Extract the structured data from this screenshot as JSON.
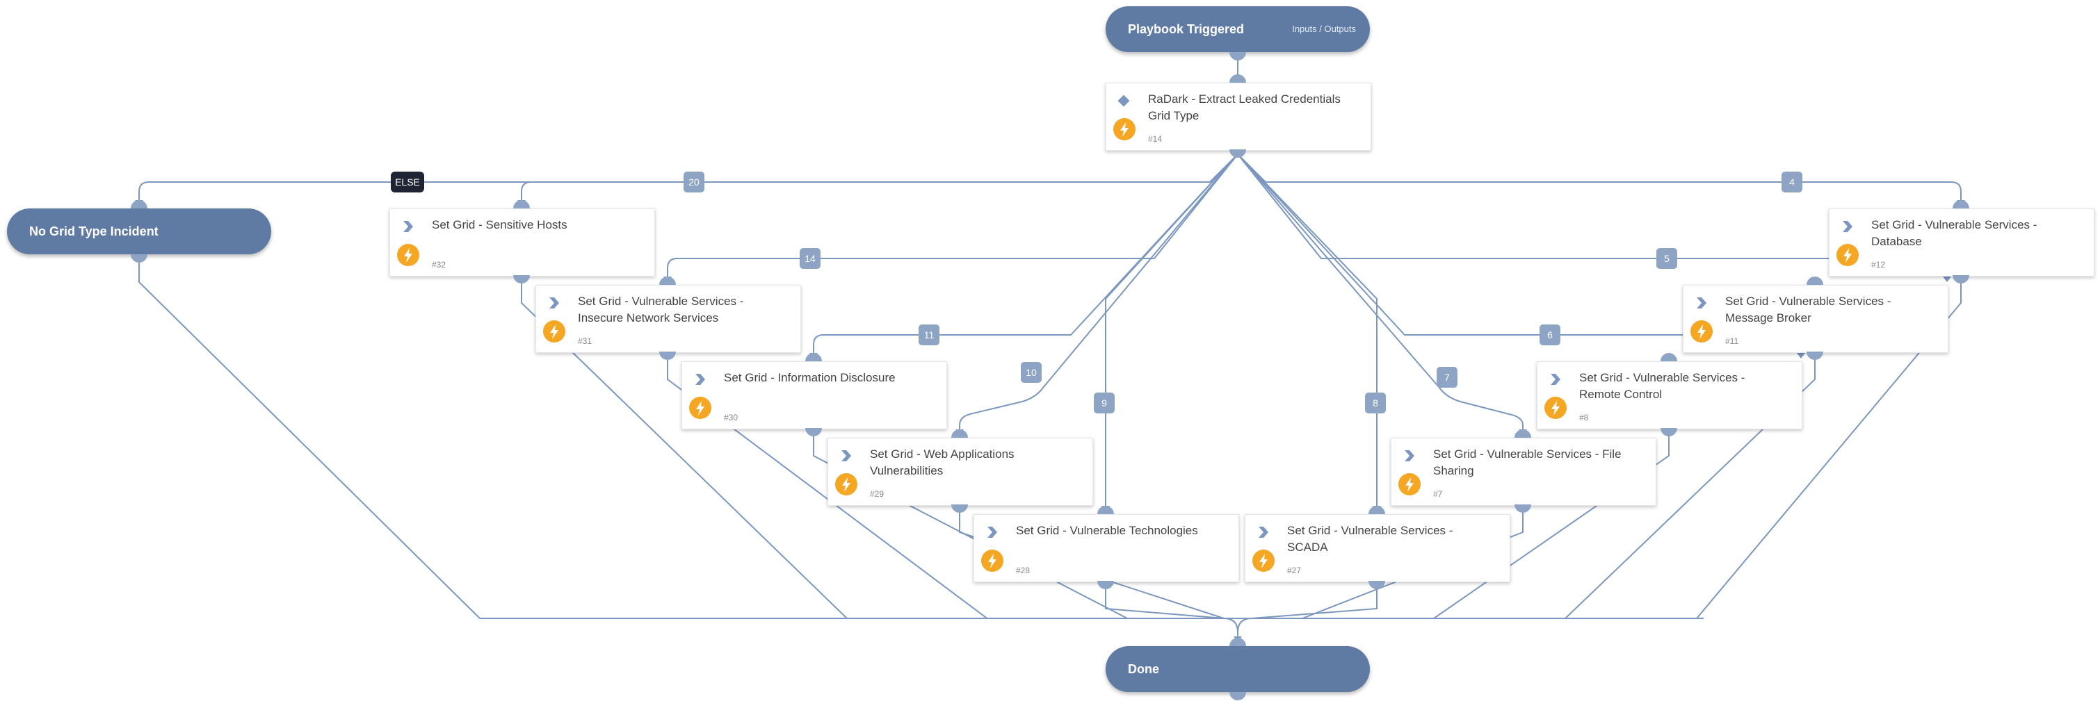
{
  "start": {
    "title": "Playbook Triggered",
    "sub": "Inputs / Outputs"
  },
  "condition": {
    "name": "RaDark - Extract Leaked Credentials Grid Type",
    "id": "#14"
  },
  "no_grid": {
    "title": "No Grid Type Incident"
  },
  "done": {
    "title": "Done"
  },
  "tasks": [
    {
      "name": "Set Grid - Sensitive Hosts",
      "id": "#32"
    },
    {
      "name": "Set Grid - Vulnerable Services - Insecure Network Services",
      "id": "#31"
    },
    {
      "name": "Set Grid - Information Disclosure",
      "id": "#30"
    },
    {
      "name": "Set Grid - Web Applications Vulnerabilities",
      "id": "#29"
    },
    {
      "name": "Set Grid - Vulnerable Technologies",
      "id": "#28"
    },
    {
      "name": "Set Grid - Vulnerable Services - SCADA",
      "id": "#27"
    },
    {
      "name": "Set Grid - Vulnerable Services - File Sharing",
      "id": "#7"
    },
    {
      "name": "Set Grid - Vulnerable Services - Remote Control",
      "id": "#8"
    },
    {
      "name": "Set Grid - Vulnerable Services - Message Broker",
      "id": "#11"
    },
    {
      "name": "Set Grid - Vulnerable Services - Database",
      "id": "#12"
    }
  ],
  "branch_labels": [
    "ELSE",
    "20",
    "14",
    "11",
    "10",
    "9",
    "8",
    "7",
    "6",
    "5",
    "4"
  ],
  "colors": {
    "node": "#5f7aa3",
    "edge": "#7b97bf",
    "port": "#8da4c4",
    "bolt": "#f5a623",
    "else": "#1e2433"
  }
}
